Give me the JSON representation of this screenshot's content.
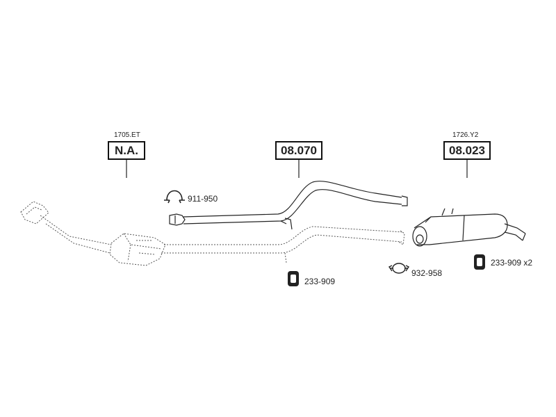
{
  "parts": {
    "front_pipe": {
      "ref_number": "1705.ET",
      "box_label": "N.A."
    },
    "middle_pipe": {
      "box_label": "08.070"
    },
    "rear_silencer": {
      "ref_number": "1726.Y2",
      "box_label": "08.023"
    }
  },
  "accessories": {
    "clamp": {
      "code": "911-950",
      "icon": "exhaust-clamp-icon"
    },
    "rubber_mount_center": {
      "code": "233-909",
      "icon": "rubber-mount-icon"
    },
    "gasket": {
      "code": "932-958",
      "icon": "flange-gasket-icon"
    },
    "rubber_mount_rear": {
      "code": "233-909 x2",
      "icon": "rubber-mount-icon"
    }
  },
  "colors": {
    "line": "#222222",
    "dotted": "#555555"
  }
}
